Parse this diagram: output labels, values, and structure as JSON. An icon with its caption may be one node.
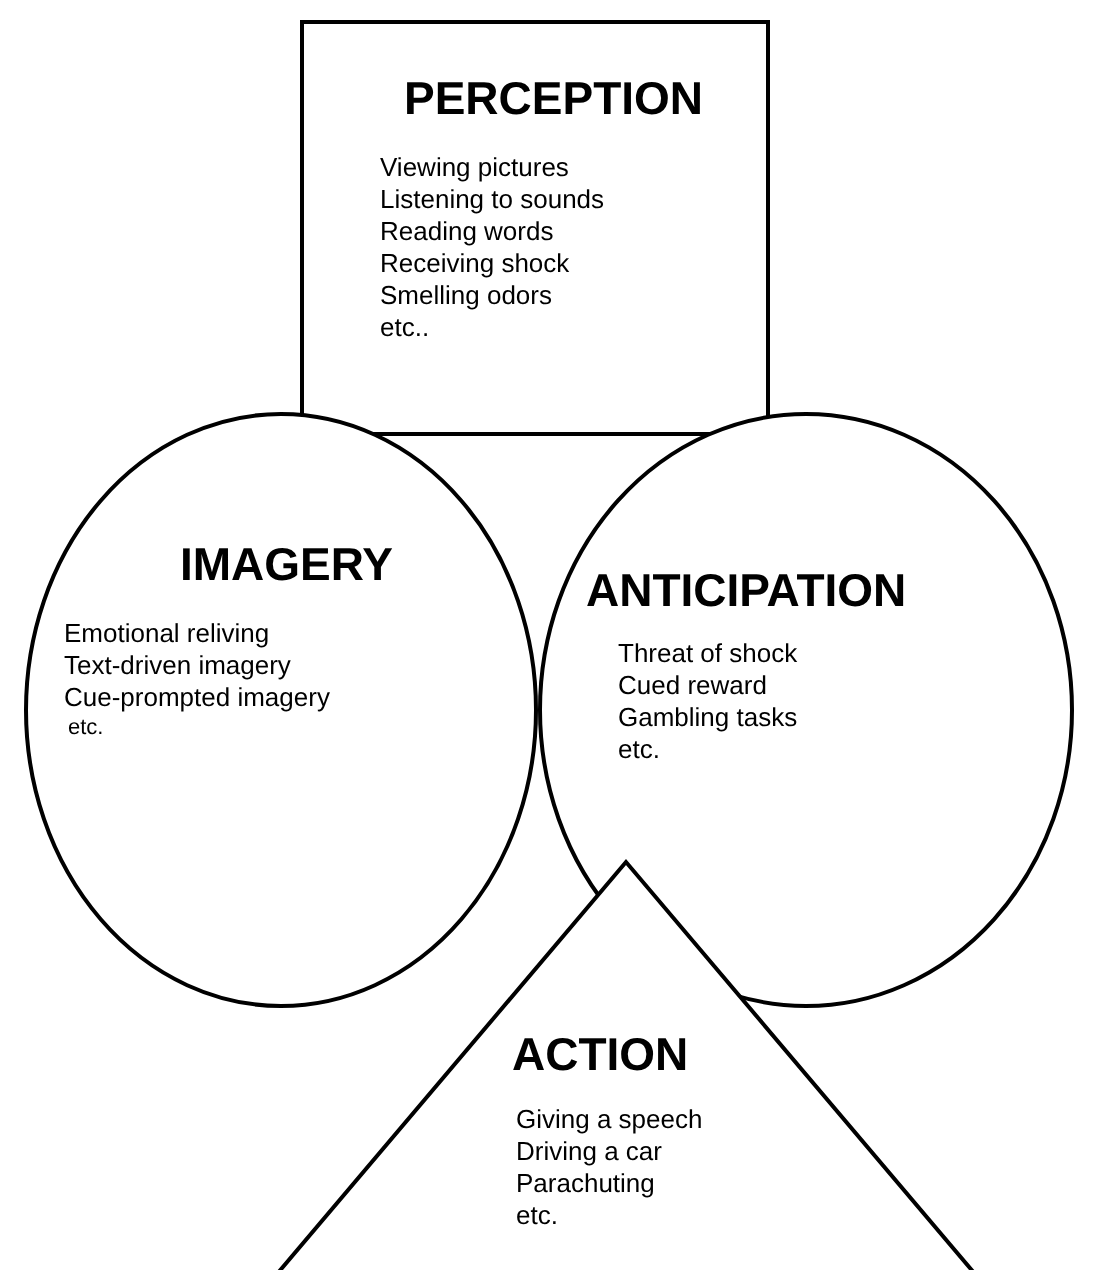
{
  "diagram": {
    "nodes": [
      {
        "text": [
          "PERCEPTION",
          "Viewing pictures",
          "Listening to sounds",
          "Reading words",
          "Receiving shock",
          "Smelling odors",
          "etc.."
        ]
      },
      {
        "text": [
          "IMAGERY",
          "Emotional reliving",
          "Text-driven imagery",
          "Cue-prompted imagery",
          "etc."
        ]
      },
      {
        "text": [
          "ANTICIPATION",
          "Threat of shock",
          "Cued reward",
          "Gambling tasks",
          "etc."
        ]
      },
      {
        "text": [
          "ACTION",
          "Giving a speech",
          "Driving a car",
          "Parachuting",
          "etc."
        ]
      }
    ]
  }
}
